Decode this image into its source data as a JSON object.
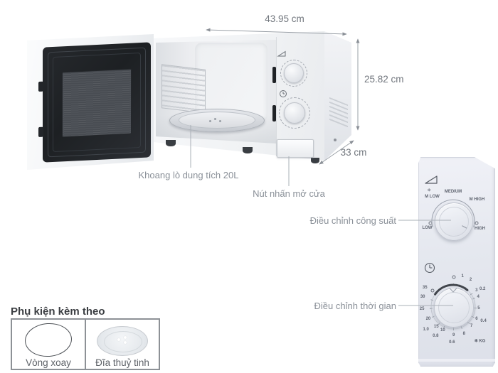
{
  "dimensions": {
    "width": "43.95 cm",
    "height": "25.82 cm",
    "depth": "33 cm"
  },
  "callouts": {
    "cavity": "Khoang lò dung tích 20L",
    "door_button": "Nút nhấn mở cửa",
    "power": "Điều chỉnh công suất",
    "timer": "Điều chỉnh thời gian"
  },
  "accessories": {
    "title": "Phụ kiện kèm theo",
    "items": [
      {
        "label": "Vòng xoay"
      },
      {
        "label": "Đĩa thuỷ tinh"
      }
    ]
  },
  "panel": {
    "power_scale": [
      {
        "t": "❄",
        "a": -38,
        "r": 55,
        "c": "ico"
      },
      {
        "t": "M LOW",
        "a": -41,
        "r": 45,
        "c": "lbl"
      },
      {
        "t": "MEDIUM",
        "a": 0,
        "r": 41,
        "c": "lbl"
      },
      {
        "t": "M HIGH",
        "a": 48,
        "r": 45,
        "c": "lbl"
      },
      {
        "t": "LOW",
        "a": -106,
        "r": 38,
        "c": "lbl"
      },
      {
        "t": "HIGH",
        "a": 106,
        "r": 39,
        "c": "lbl"
      },
      {
        "t": "",
        "a": -96,
        "r": 32,
        "c": "dot"
      },
      {
        "t": "",
        "a": 96,
        "r": 33,
        "c": "dot"
      }
    ],
    "timer_scale": [
      {
        "t": "",
        "a": 1,
        "r": 42,
        "c": "dot"
      },
      {
        "t": "1",
        "a": 17,
        "r": 45,
        "c": "num"
      },
      {
        "t": "2",
        "a": 33,
        "r": 45,
        "c": "num"
      },
      {
        "t": "3",
        "a": 55,
        "r": 40,
        "c": "num"
      },
      {
        "t": "4",
        "a": 68,
        "r": 38,
        "c": "num"
      },
      {
        "t": "5",
        "a": 93,
        "r": 36,
        "c": "num"
      },
      {
        "t": "6",
        "a": 117,
        "r": 37,
        "c": "num"
      },
      {
        "t": "7",
        "a": 136,
        "r": 37,
        "c": "num"
      },
      {
        "t": "8",
        "a": 158,
        "r": 41,
        "c": "num"
      },
      {
        "t": "9",
        "a": 179,
        "r": 40,
        "c": "num"
      },
      {
        "t": "10",
        "a": 204,
        "r": 36,
        "c": "num"
      },
      {
        "t": "15",
        "a": 220,
        "r": 37,
        "c": "num"
      },
      {
        "t": "20",
        "a": 244,
        "r": 39,
        "c": "num"
      },
      {
        "t": "25",
        "a": 266,
        "r": 44,
        "c": "num"
      },
      {
        "t": "30",
        "a": 288,
        "r": 45,
        "c": "num"
      },
      {
        "t": "35",
        "a": 304,
        "r": 48,
        "c": "num"
      },
      {
        "t": "",
        "a": 308,
        "r": 37,
        "c": "dot"
      },
      {
        "t": "0.2",
        "a": 59,
        "r": 48,
        "c": "wt"
      },
      {
        "t": "0.4",
        "a": 115,
        "r": 47,
        "c": "wt"
      },
      {
        "t": "0.6",
        "a": 182,
        "r": 50,
        "c": "wt"
      },
      {
        "t": "0.8",
        "a": 211,
        "r": 48,
        "c": "wt"
      },
      {
        "t": "1.0",
        "a": 230,
        "r": 50,
        "c": "wt"
      },
      {
        "t": "❄ KG",
        "a": 142,
        "r": 61,
        "c": "wt"
      }
    ]
  }
}
